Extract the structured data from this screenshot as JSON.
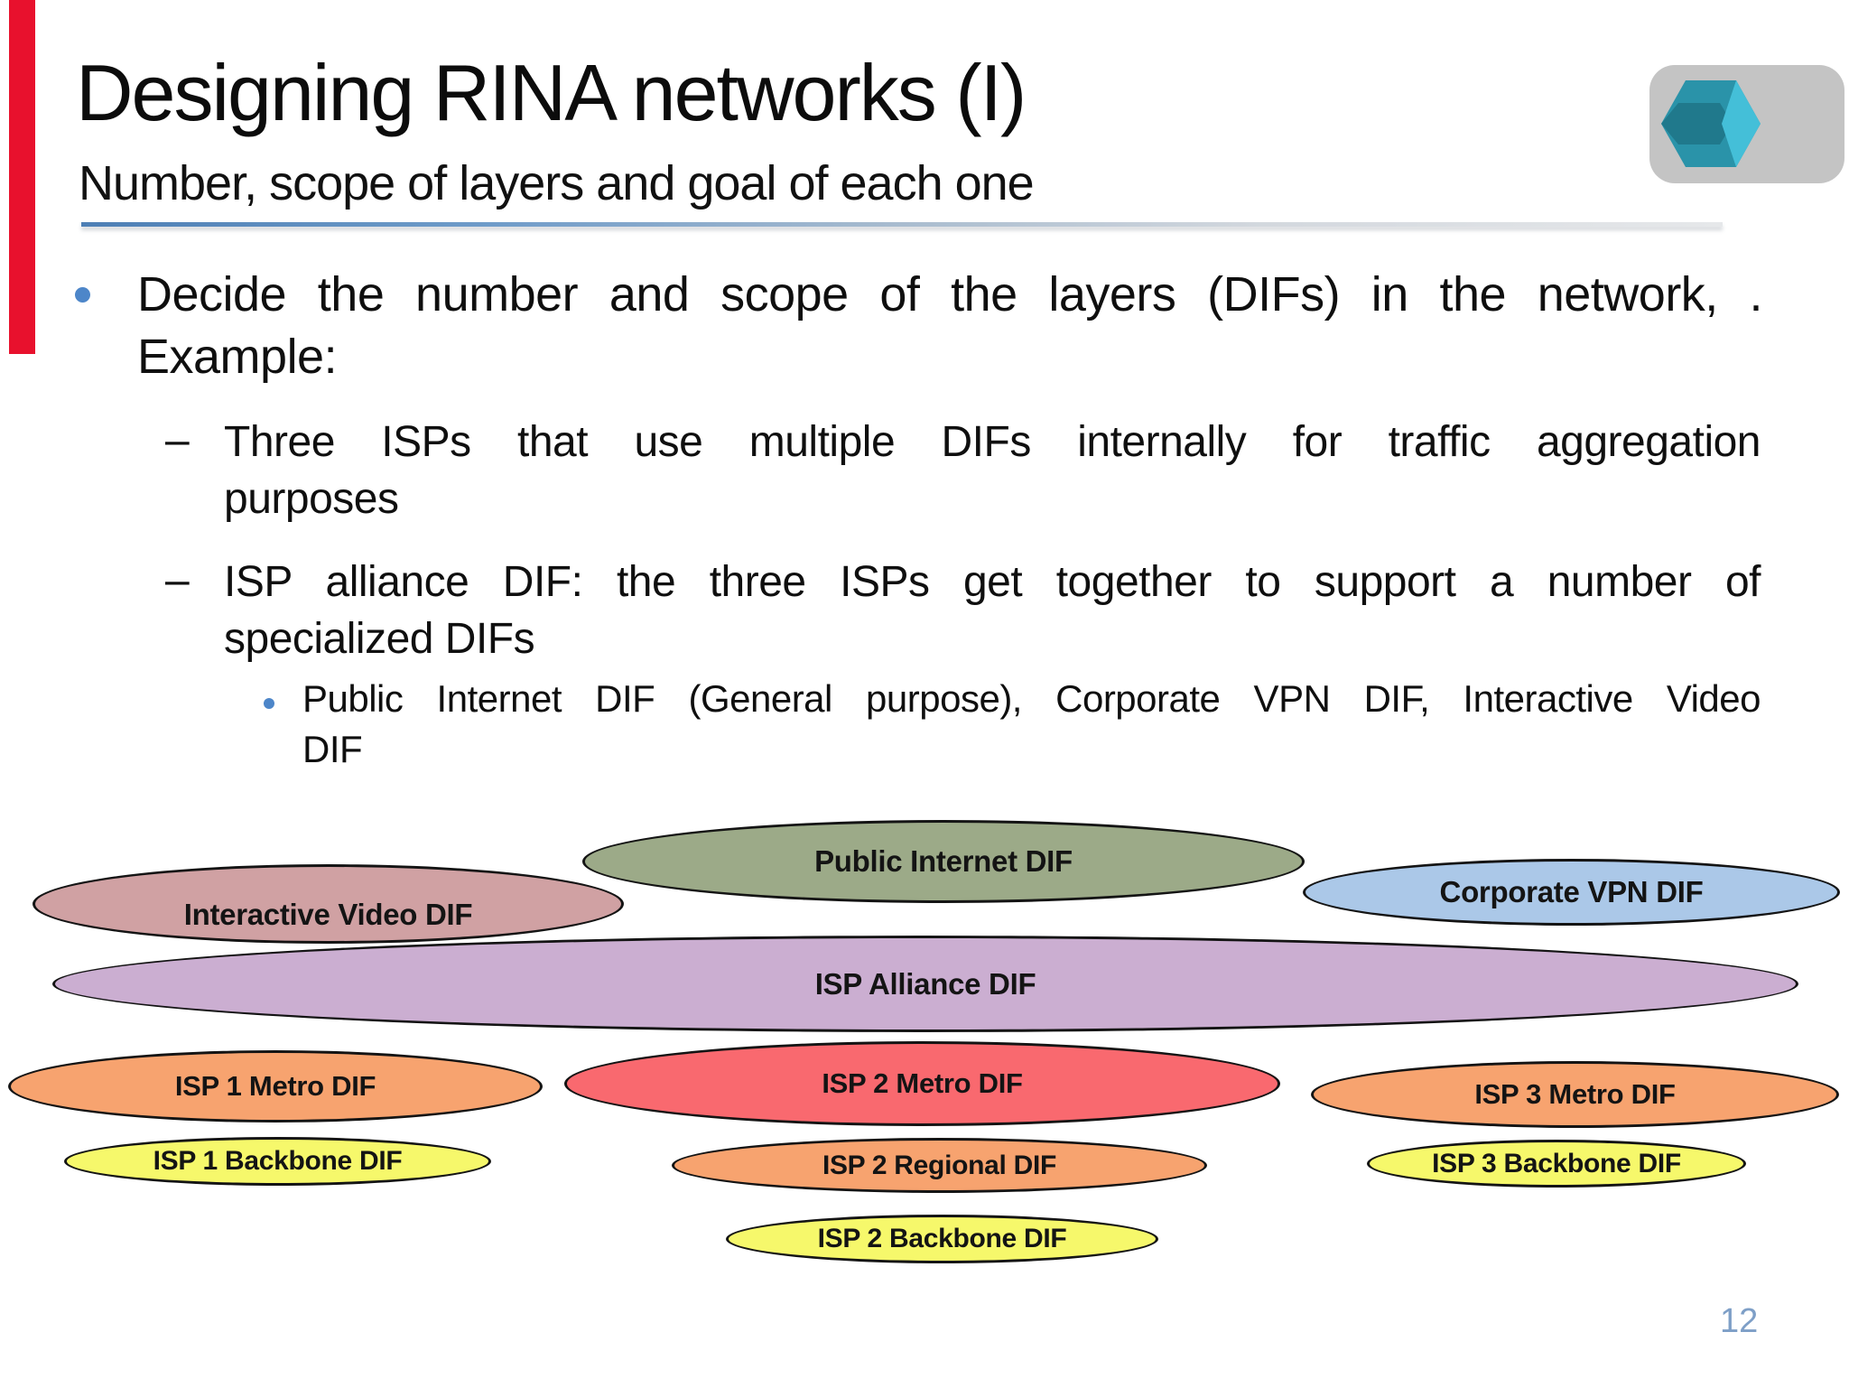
{
  "slide": {
    "title": "Designing RINA networks (I)",
    "subtitle": "Number, scope of layers and goal of each one",
    "page_number": "12",
    "accent_bar_color": "#e8112d",
    "divider_colors": {
      "left_blue": "#4d7fb5",
      "right_gray": "#e6e8ea"
    },
    "bullet_dot_color": "#4d86c9",
    "logo": {
      "name": "hexagon-cube-logo",
      "background": "#c4c4c4",
      "teal": "#2a93a9",
      "teal_dark": "#20798c",
      "teal_light": "#44bfd8"
    }
  },
  "bullets": {
    "level1": {
      "lines": [
        "Decide the number and scope of the layers (DIFs) in the network, .",
        "Example:"
      ]
    },
    "dash1": {
      "marker": "–",
      "lines": [
        "Three ISPs that use multiple DIFs internally for traffic aggregation",
        "purposes"
      ]
    },
    "dash2": {
      "marker": "–",
      "lines": [
        "ISP alliance DIF: the three ISPs get together to support a number of",
        "specialized DIFs"
      ]
    },
    "sub1": {
      "lines": [
        "Public Internet DIF (General purpose), Corporate VPN DIF, Interactive Video",
        "DIF"
      ]
    }
  },
  "diagram": {
    "border_color": "#141414",
    "ellipses": [
      {
        "id": "public-internet",
        "label": "Public Internet DIF",
        "fill": "#9caa88"
      },
      {
        "id": "interactive-video",
        "label": "Interactive Video DIF",
        "fill": "#d0a1a3"
      },
      {
        "id": "corporate-vpn",
        "label": "Corporate VPN DIF",
        "fill": "#abc8e8"
      },
      {
        "id": "isp-alliance",
        "label": "ISP Alliance DIF",
        "fill": "#cbaed1"
      },
      {
        "id": "isp1-metro",
        "label": "ISP 1 Metro DIF",
        "fill": "#f7a36f"
      },
      {
        "id": "isp2-metro",
        "label": "ISP 2 Metro DIF",
        "fill": "#f9696f"
      },
      {
        "id": "isp3-metro",
        "label": "ISP 3 Metro DIF",
        "fill": "#f7a36f"
      },
      {
        "id": "isp1-backbone",
        "label": "ISP 1 Backbone DIF",
        "fill": "#f6f86b"
      },
      {
        "id": "isp2-regional",
        "label": "ISP 2 Regional DIF",
        "fill": "#f7a36f"
      },
      {
        "id": "isp3-backbone",
        "label": "ISP 3 Backbone DIF",
        "fill": "#f6f86b"
      },
      {
        "id": "isp2-backbone",
        "label": "ISP 2 Backbone DIF",
        "fill": "#f6f86b"
      }
    ]
  }
}
